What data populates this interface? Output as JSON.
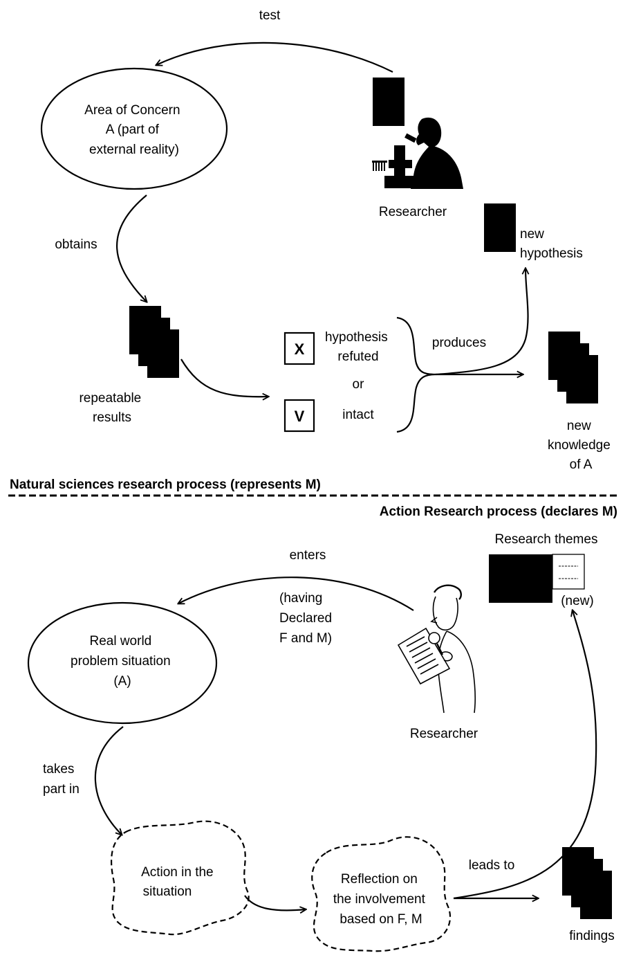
{
  "top_section": {
    "arrow_test_label": "test",
    "area_of_concern": [
      "Area of Concern",
      "A (part of",
      "external reality)"
    ],
    "researcher_label": "Researcher",
    "new_hypothesis": [
      "new",
      "hypothesis"
    ],
    "obtains_label": "obtains",
    "repeatable_results": [
      "repeatable",
      "results"
    ],
    "x_box": "X",
    "v_box": "V",
    "hypothesis_refuted": [
      "hypothesis",
      "refuted"
    ],
    "or_label": "or",
    "intact_label": "intact",
    "produces_label": "produces",
    "new_knowledge": [
      "new",
      "knowledge",
      "of A"
    ],
    "section_title": "Natural sciences research process (represents M)"
  },
  "bottom_section": {
    "section_title": "Action Research process (declares M)",
    "research_themes": "Research themes",
    "new_tag": "(new)",
    "enters_label": "enters",
    "having_declared": [
      "(having",
      "Declared",
      "F and M)"
    ],
    "real_world": [
      "Real world",
      "problem situation",
      "(A)"
    ],
    "researcher_label": "Researcher",
    "takes_part_in": [
      "takes",
      "part in"
    ],
    "action_in_situation": [
      "Action in the",
      "situation"
    ],
    "reflection": [
      "Reflection on",
      "the involvement",
      "based on F, M"
    ],
    "leads_to": "leads to",
    "findings": "findings"
  }
}
